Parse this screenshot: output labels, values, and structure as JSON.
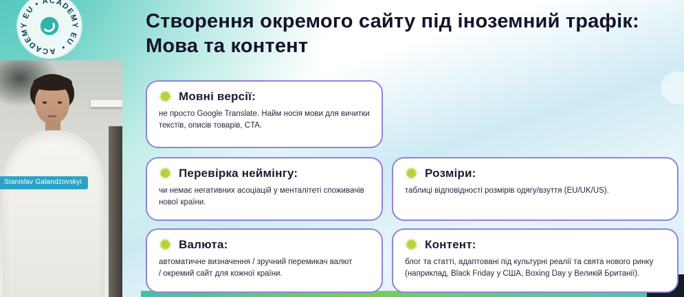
{
  "header": {
    "title_line1": "Створення окремого сайту під іноземний трафік:",
    "title_line2": "Мова та контент"
  },
  "speaker": {
    "name_label": "Stanislav Galandzovskyi"
  },
  "logo": {
    "circular_text": "ACADEMY EU • ACADEMY EU •"
  },
  "cards": [
    {
      "icon": "starburst-icon",
      "heading": "Мовні версії:",
      "body": "не просто Google Translate. Найм носія мови для вичитки текстів, описів товарів, CTA."
    },
    {
      "icon": "starburst-icon",
      "heading": "Перевірка неймінгу:",
      "body": "чи немає негативних асоціацій у менталітеті споживачів нової країни."
    },
    {
      "icon": "starburst-icon",
      "heading": "Розміри:",
      "body": "таблиці відповідності розмірів одягу/взуття (EU/UK/US)."
    },
    {
      "icon": "starburst-icon",
      "heading": "Валюта:",
      "body": "автоматичне визначення / зручний перемикач валют / окремий сайт для кожної країни."
    },
    {
      "icon": "starburst-icon",
      "heading": "Контент:",
      "body": "блог та статті, адаптовані під культурні реалії та свята нового ринку (наприклад, Black Friday у США, Boxing Day у Великій Британії)."
    }
  ],
  "colors": {
    "card_border": "#8f82d8",
    "icon_green": "#b6d23a",
    "title_text": "#14142c",
    "teal_accent": "#3fc0b6",
    "name_badge_bg": "#2ba3c6",
    "bottom_bar_green": "#7ccb5a",
    "bottom_bar_teal": "#46c0a4"
  }
}
